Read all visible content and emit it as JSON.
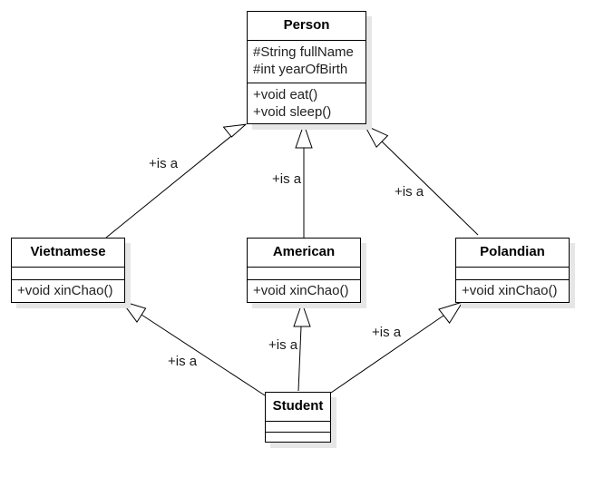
{
  "classes": {
    "person": {
      "name": "Person",
      "attributes": [
        "#String fullName",
        "#int yearOfBirth"
      ],
      "methods": [
        "+void eat()",
        "+void sleep()"
      ]
    },
    "vietnamese": {
      "name": "Vietnamese",
      "attributes": [],
      "methods": [
        "+void xinChao()"
      ]
    },
    "american": {
      "name": "American",
      "attributes": [],
      "methods": [
        "+void xinChao()"
      ]
    },
    "polandian": {
      "name": "Polandian",
      "attributes": [],
      "methods": [
        "+void xinChao()"
      ]
    },
    "student": {
      "name": "Student",
      "attributes": [],
      "methods": []
    }
  },
  "relations": {
    "vietnamese_person": {
      "label": "+is a",
      "from": "Vietnamese",
      "to": "Person"
    },
    "american_person": {
      "label": "+is a",
      "from": "American",
      "to": "Person"
    },
    "polandian_person": {
      "label": "+is a",
      "from": "Polandian",
      "to": "Person"
    },
    "student_vietnamese": {
      "label": "+is a",
      "from": "Student",
      "to": "Vietnamese"
    },
    "student_american": {
      "label": "+is a",
      "from": "Student",
      "to": "American"
    },
    "student_polandian": {
      "label": "+is a",
      "from": "Student",
      "to": "Polandian"
    }
  },
  "colors": {
    "line": "#000000",
    "shadow": "#e6e6e6",
    "background": "#ffffff"
  }
}
